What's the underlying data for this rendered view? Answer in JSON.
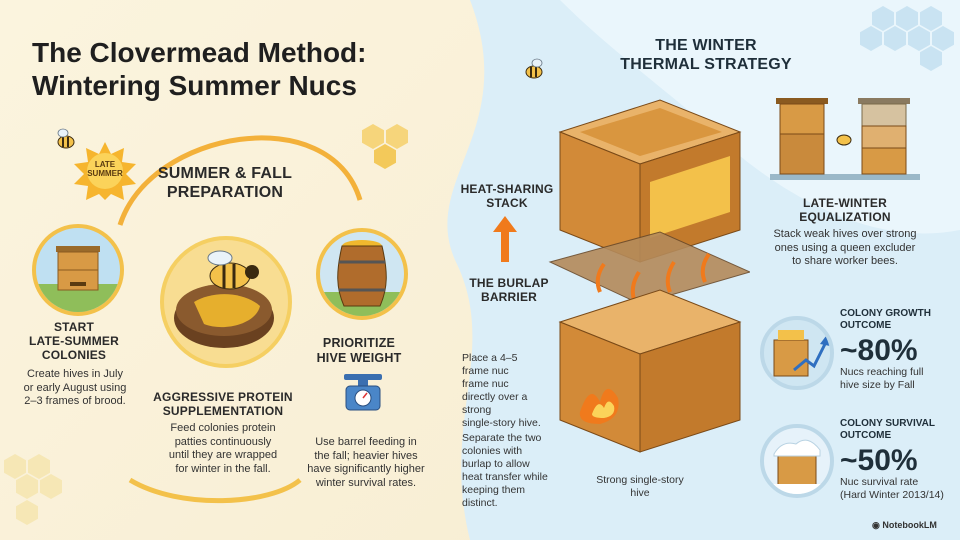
{
  "title_line1": "The Clovermead Method:",
  "title_line2": "Wintering Summer Nucs",
  "sun_label_line1": "LATE",
  "sun_label_line2": "SUMMER",
  "prep_heading_line1": "SUMMER & FALL",
  "prep_heading_line2": "PREPARATION",
  "step1": {
    "heading_line1": "START",
    "heading_line2": "LATE-SUMMER",
    "heading_line3": "COLONIES",
    "body": [
      "Create hives in July",
      "or early August using",
      "2–3 frames of brood."
    ]
  },
  "step2": {
    "heading_line1": "AGGRESSIVE PROTEIN",
    "heading_line2": "SUPPLEMENTATION",
    "body": [
      "Feed colonies protein",
      "patties continuously",
      "until they are wrapped",
      "for winter in the fall."
    ]
  },
  "step3": {
    "heading_line1": "PRIORITIZE",
    "heading_line2": "HIVE WEIGHT",
    "body": [
      "Use barrel feeding in",
      "the fall; heavier hives",
      "have significantly higher",
      "winter survival rates."
    ]
  },
  "thermal": {
    "heading_line1": "THE WINTER",
    "heading_line2": "THERMAL STRATEGY",
    "heat_label_line1": "HEAT-SHARING",
    "heat_label_line2": "STACK",
    "burlap_line1": "THE BURLAP",
    "burlap_line2": "BARRIER",
    "para1": [
      "Place a 4–5",
      "frame nuc",
      "frame nuc",
      "directly over a",
      "strong",
      "single-story hive."
    ],
    "para2": [
      "Separate the two",
      "colonies with",
      "burlap to allow",
      "heat transfer while",
      "keeping them",
      "distinct."
    ],
    "bottom_caption_line1": "Strong single-story",
    "bottom_caption_line2": "hive"
  },
  "equalization": {
    "heading_line1": "LATE-WINTER",
    "heading_line2": "EQUALIZATION",
    "body": [
      "Stack weak hives over strong",
      "ones using a queen excluder",
      "to share worker bees."
    ]
  },
  "growth": {
    "heading_line1": "COLONY GROWTH",
    "heading_line2": "OUTCOME",
    "value": "~80%",
    "caption_line1": "Nucs reaching full",
    "caption_line2": "hive size by Fall"
  },
  "survival": {
    "heading_line1": "COLONY SURVIVAL",
    "heading_line2": "OUTCOME",
    "value": "~50%",
    "caption_line1": "Nuc survival rate",
    "caption_line2": "(Hard Winter 2013/14)"
  },
  "watermark": "NotebookLM",
  "colors": {
    "honey": "#f3c14a",
    "wood": "#c98a3c",
    "flame": "#f07a1c",
    "sky": "#d7ebf6"
  }
}
